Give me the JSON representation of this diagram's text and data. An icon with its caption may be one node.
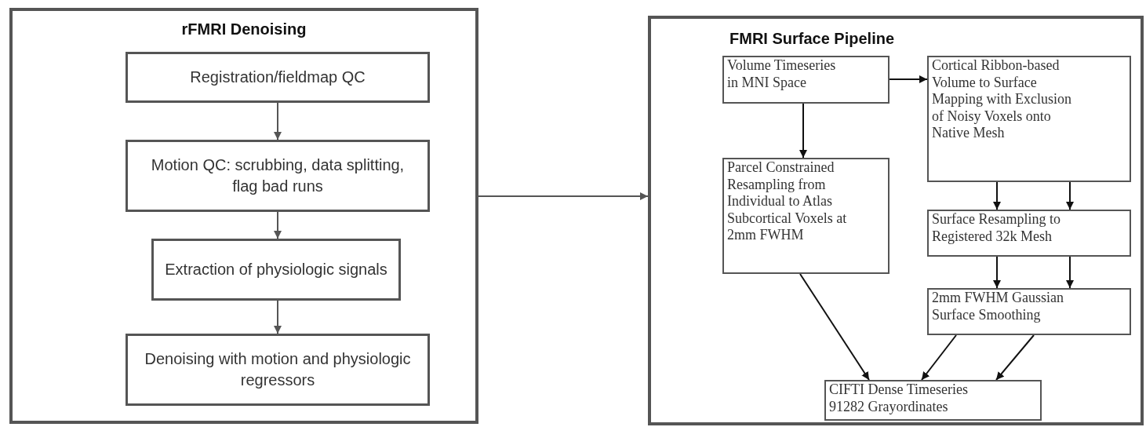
{
  "diagram": {
    "nodes": [
      {
        "text": [
          "rFMRI Denoising"
        ]
      },
      {
        "text": [
          "Registration/fieldmap QC"
        ],
        "in": 0
      },
      {
        "text": [
          "Motion QC: scrubbing, data splitting, flag bad runs"
        ],
        "in": 0
      },
      {
        "text": [
          "Extraction of physiologic signals"
        ],
        "in": 0
      },
      {
        "text": [
          "Denoising with motion and physiologic regressors"
        ],
        "in": 0
      },
      {
        "text": [
          "FMRI Surface Pipeline"
        ]
      },
      {
        "text": [
          "Volume Timeseries in MNI Space"
        ],
        "in": 5
      },
      {
        "text": [
          "Cortical Ribbon-based Volume to Surface Mapping with Exclusion of Noisy Voxels onto Native Mesh"
        ],
        "in": 5
      },
      {
        "text": [
          "Parcel Constrained Resampling from Individual to Atlas Subcortical Voxels at 2mm FWHM"
        ],
        "in": 5
      },
      {
        "text": [
          "Surface Resampling to Registered 32k Mesh"
        ],
        "in": 5
      },
      {
        "text": [
          "2mm FWHM Gaussian Surface Smoothing"
        ],
        "in": 5
      },
      {
        "text": [
          "CIFTI Dense Timeseries 91282 Grayordinates"
        ],
        "in": 5
      }
    ],
    "edges": [
      {
        "from": 1,
        "to": 2,
        "arrow": "to",
        "color": "#555555"
      },
      {
        "from": 2,
        "to": 3,
        "arrow": "to",
        "color": "#555555"
      },
      {
        "from": 3,
        "to": 4,
        "arrow": "to",
        "color": "#555555"
      },
      {
        "from": 0,
        "to": 5,
        "arrow": "to",
        "color": "#555555"
      },
      {
        "from": 6,
        "to": 7,
        "arrow": "to"
      },
      {
        "from": 6,
        "to": 8,
        "arrow": "to"
      },
      {
        "from": 7,
        "to": 9,
        "arrow": "to"
      },
      {
        "from": 7,
        "to": 9,
        "arrow": "to"
      },
      {
        "from": 9,
        "to": 10,
        "arrow": "to"
      },
      {
        "from": 9,
        "to": 10,
        "arrow": "to"
      },
      {
        "from": 8,
        "to": 11,
        "arrow": "to"
      },
      {
        "from": 10,
        "to": 11,
        "arrow": "to"
      },
      {
        "from": 10,
        "to": 11,
        "arrow": "to"
      }
    ]
  }
}
